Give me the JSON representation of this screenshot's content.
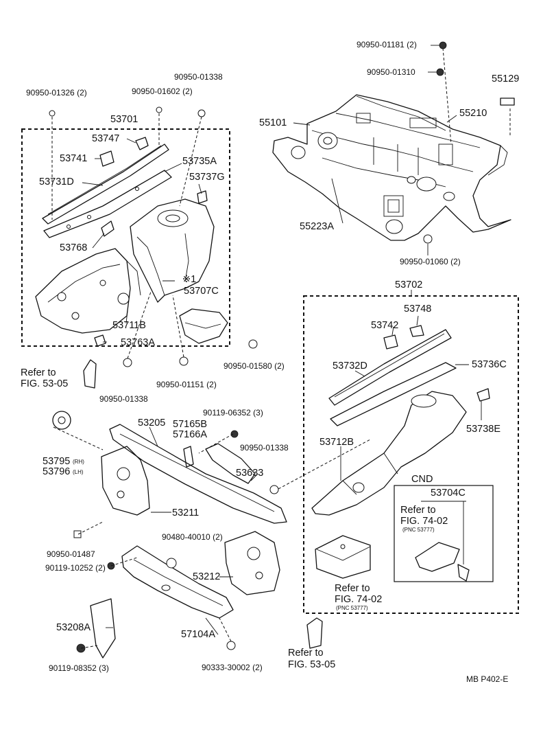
{
  "labels": {
    "p90950_01181": "90950-01181 (2)",
    "p90950_01310": "90950-01310",
    "p55129": "55129",
    "p90950_01338_top": "90950-01338",
    "p90950_01326": "90950-01326 (2)",
    "p90950_01602": "90950-01602 (2)",
    "p53701": "53701",
    "p55101": "55101",
    "p55210": "55210",
    "p53747": "53747",
    "p53741": "53741",
    "p53735A": "53735A",
    "p53737G": "53737G",
    "p53731D": "53731D",
    "p55223A": "55223A",
    "p53768": "53768",
    "p90950_01060": "90950-01060 (2)",
    "p_mark1": "※1",
    "p53707C": "53707C",
    "p53702": "53702",
    "p53711B": "53711B",
    "p53748": "53748",
    "p53742": "53742",
    "p53763A": "53763A",
    "p90950_01580": "90950-01580 (2)",
    "p53732D": "53732D",
    "p53736C": "53736C",
    "p90950_01151": "90950-01151 (2)",
    "p90950_01338_mid": "90950-01338",
    "p90119_06352_top": "90119-06352 (3)",
    "p53205": "53205",
    "p57165B": "57165B",
    "p57166A": "57166A",
    "p53738E": "53738E",
    "p90950_01338_r": "90950-01338",
    "p53712B": "53712B",
    "p53795": "53795",
    "p53795_side": "(RH)",
    "p53796": "53796",
    "p53796_side": "(LH)",
    "p53633": "53633",
    "cnd": "CND",
    "p53704C": "53704C",
    "p53211": "53211",
    "p90480_40010": "90480-40010 (2)",
    "p90950_01487": "90950-01487",
    "p90119_10252": "90119-10252 (2)",
    "p53212": "53212",
    "p53208A": "53208A",
    "p57104A": "57104A",
    "p90119_08352": "90119-08352 (3)",
    "p90333_30002": "90333-30002 (2)",
    "footer": "MB P402-E"
  },
  "refs": {
    "fig5305_left_line1": "Refer to",
    "fig5305_left_line2": "FIG. 53-05",
    "fig7402_cnd_line1": "Refer to",
    "fig7402_cnd_line2": "FIG. 74-02",
    "fig7402_cnd_pnc": "(PNC 53777)",
    "fig7402_bottom_line1": "Refer to",
    "fig7402_bottom_line2": "FIG. 74-02",
    "fig7402_bottom_pnc": "(PNC 53777)",
    "fig5305_bottom_line1": "Refer to",
    "fig5305_bottom_line2": "FIG. 53-05"
  }
}
